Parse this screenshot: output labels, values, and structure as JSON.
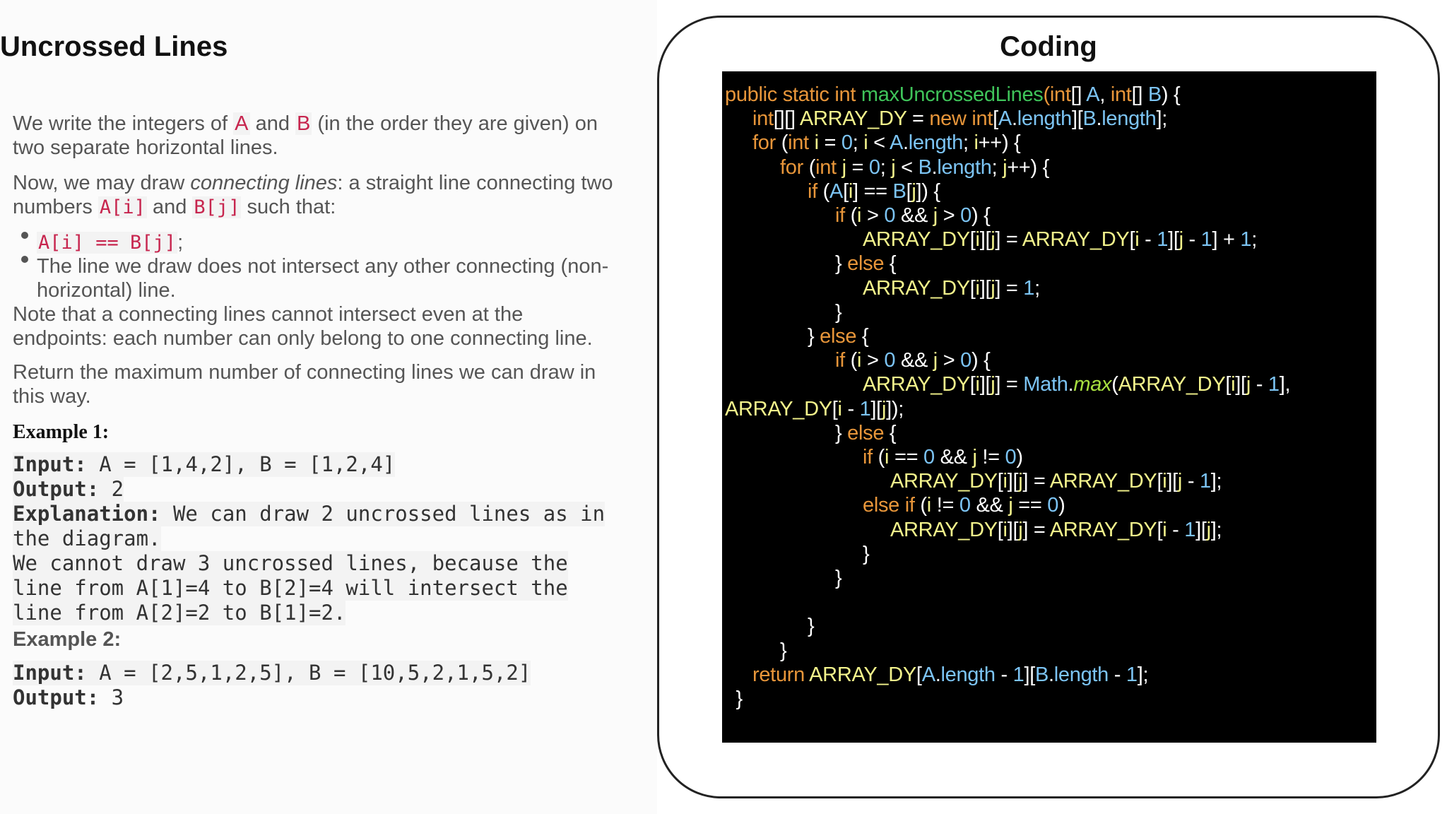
{
  "left": {
    "title": "Uncrossed Lines",
    "p1_a": "We write the integers of ",
    "p1_A": "A",
    "p1_b": " and ",
    "p1_B": "B",
    "p1_c": " (in the order they are given) on",
    "p1_line2": "two separate horizontal lines.",
    "p2_a": "Now, we may draw ",
    "p2_em": "connecting lines",
    "p2_b": ": a straight line connecting two",
    "p2_line2a": "numbers ",
    "p2_Ai": "A[i]",
    "p2_and": " and ",
    "p2_Bj": "B[j]",
    "p2_such": " such that:",
    "bullet1": "A[i] == B[j]",
    "bullet1_semi": ";",
    "bullet2_line1": "The line we draw does not intersect any other connecting (non-",
    "bullet2_line2": "horizontal) line.",
    "note_line1": "Note that a connecting lines cannot intersect even at the",
    "note_line2": "endpoints: each number can only belong to one connecting line.",
    "ret_line1": "Return the maximum number of connecting lines we can draw in",
    "ret_line2": "this way.",
    "ex1_head": "Example 1:",
    "ex1_input_label": "Input:",
    "ex1_input": " A = [1,4,2], B = [1,2,4]",
    "ex1_output_label": "Output:",
    "ex1_output": " 2",
    "ex1_expl_label": "Explanation:",
    "ex1_expl1": " We can draw 2 uncrossed lines as in",
    "ex1_expl2": "the diagram.",
    "ex1_expl3": "We cannot draw 3 uncrossed lines, because the",
    "ex1_expl4": "line from A[1]=4 to B[2]=4 will intersect the",
    "ex1_expl5": "line from A[2]=2 to B[1]=2.",
    "ex2_head": "Example 2:",
    "ex2_input_label": "Input:",
    "ex2_input": " A = [2,5,1,2,5], B = [10,5,2,1,5,2]",
    "ex2_output_label": "Output:",
    "ex2_output": " 3"
  },
  "right": {
    "title": "Coding"
  },
  "code_lines": [
    {
      "indent": 0,
      "parts": [
        [
          "k",
          "public static int "
        ],
        [
          "fn",
          "maxUncrossedLines"
        ],
        [
          "k",
          "("
        ],
        [
          "k",
          "int"
        ],
        [
          "w",
          "[] "
        ],
        [
          "b",
          "A"
        ],
        [
          "w",
          ", "
        ],
        [
          "k",
          "int"
        ],
        [
          "w",
          "[] "
        ],
        [
          "b",
          "B"
        ],
        [
          "w",
          ") {"
        ]
      ]
    },
    {
      "indent": 1,
      "parts": [
        [
          "k",
          "int"
        ],
        [
          "w",
          "[][] "
        ],
        [
          "t",
          "ARRAY_DY"
        ],
        [
          "w",
          " = "
        ],
        [
          "k",
          "new int"
        ],
        [
          "w",
          "["
        ],
        [
          "b",
          "A"
        ],
        [
          "w",
          "."
        ],
        [
          "b",
          "length"
        ],
        [
          "w",
          "]["
        ],
        [
          "b",
          "B"
        ],
        [
          "w",
          "."
        ],
        [
          "b",
          "length"
        ],
        [
          "w",
          "];"
        ]
      ]
    },
    {
      "indent": 1,
      "parts": [
        [
          "k",
          "for"
        ],
        [
          "w",
          " ("
        ],
        [
          "k",
          "int"
        ],
        [
          "w",
          " "
        ],
        [
          "t",
          "i"
        ],
        [
          "w",
          " = "
        ],
        [
          "n",
          "0"
        ],
        [
          "w",
          "; "
        ],
        [
          "t",
          "i"
        ],
        [
          "w",
          " < "
        ],
        [
          "b",
          "A"
        ],
        [
          "w",
          "."
        ],
        [
          "b",
          "length"
        ],
        [
          "w",
          "; "
        ],
        [
          "t",
          "i"
        ],
        [
          "w",
          "++) {"
        ]
      ]
    },
    {
      "indent": 2,
      "parts": [
        [
          "k",
          "for"
        ],
        [
          "w",
          " ("
        ],
        [
          "k",
          "int"
        ],
        [
          "w",
          " "
        ],
        [
          "t",
          "j"
        ],
        [
          "w",
          " = "
        ],
        [
          "n",
          "0"
        ],
        [
          "w",
          "; "
        ],
        [
          "t",
          "j"
        ],
        [
          "w",
          " < "
        ],
        [
          "b",
          "B"
        ],
        [
          "w",
          "."
        ],
        [
          "b",
          "length"
        ],
        [
          "w",
          "; "
        ],
        [
          "t",
          "j"
        ],
        [
          "w",
          "++) {"
        ]
      ]
    },
    {
      "indent": 3,
      "parts": [
        [
          "k",
          "if"
        ],
        [
          "w",
          " ("
        ],
        [
          "b",
          "A"
        ],
        [
          "w",
          "["
        ],
        [
          "t",
          "i"
        ],
        [
          "w",
          "] == "
        ],
        [
          "b",
          "B"
        ],
        [
          "w",
          "["
        ],
        [
          "t",
          "j"
        ],
        [
          "w",
          "]) {"
        ]
      ]
    },
    {
      "indent": 4,
      "parts": [
        [
          "k",
          "if"
        ],
        [
          "w",
          " ("
        ],
        [
          "t",
          "i"
        ],
        [
          "w",
          " > "
        ],
        [
          "n",
          "0"
        ],
        [
          "w",
          " && "
        ],
        [
          "t",
          "j"
        ],
        [
          "w",
          " > "
        ],
        [
          "n",
          "0"
        ],
        [
          "w",
          ") {"
        ]
      ]
    },
    {
      "indent": 5,
      "parts": [
        [
          "t",
          "ARRAY_DY"
        ],
        [
          "w",
          "["
        ],
        [
          "t",
          "i"
        ],
        [
          "w",
          "]["
        ],
        [
          "t",
          "j"
        ],
        [
          "w",
          "] = "
        ],
        [
          "t",
          "ARRAY_DY"
        ],
        [
          "w",
          "["
        ],
        [
          "t",
          "i"
        ],
        [
          "w",
          " - "
        ],
        [
          "n",
          "1"
        ],
        [
          "w",
          "]["
        ],
        [
          "t",
          "j"
        ],
        [
          "w",
          " - "
        ],
        [
          "n",
          "1"
        ],
        [
          "w",
          "] + "
        ],
        [
          "n",
          "1"
        ],
        [
          "w",
          ";"
        ]
      ]
    },
    {
      "indent": 4,
      "parts": [
        [
          "w",
          "} "
        ],
        [
          "k",
          "else"
        ],
        [
          "w",
          " {"
        ]
      ]
    },
    {
      "indent": 5,
      "parts": [
        [
          "t",
          "ARRAY_DY"
        ],
        [
          "w",
          "["
        ],
        [
          "t",
          "i"
        ],
        [
          "w",
          "]["
        ],
        [
          "t",
          "j"
        ],
        [
          "w",
          "] = "
        ],
        [
          "n",
          "1"
        ],
        [
          "w",
          ";"
        ]
      ]
    },
    {
      "indent": 4,
      "parts": [
        [
          "w",
          "}"
        ]
      ]
    },
    {
      "indent": 3,
      "parts": [
        [
          "w",
          "} "
        ],
        [
          "k",
          "else"
        ],
        [
          "w",
          " {"
        ]
      ]
    },
    {
      "indent": 4,
      "parts": [
        [
          "k",
          "if"
        ],
        [
          "w",
          " ("
        ],
        [
          "t",
          "i"
        ],
        [
          "w",
          " > "
        ],
        [
          "n",
          "0"
        ],
        [
          "w",
          " && "
        ],
        [
          "t",
          "j"
        ],
        [
          "w",
          " > "
        ],
        [
          "n",
          "0"
        ],
        [
          "w",
          ") {"
        ]
      ]
    },
    {
      "indent": 5,
      "parts": [
        [
          "t",
          "ARRAY_DY"
        ],
        [
          "w",
          "["
        ],
        [
          "t",
          "i"
        ],
        [
          "w",
          "]["
        ],
        [
          "t",
          "j"
        ],
        [
          "w",
          "] = "
        ],
        [
          "b",
          "Math"
        ],
        [
          "w",
          "."
        ],
        [
          "mx",
          "max"
        ],
        [
          "w",
          "("
        ],
        [
          "t",
          "ARRAY_DY"
        ],
        [
          "w",
          "["
        ],
        [
          "t",
          "i"
        ],
        [
          "w",
          "]["
        ],
        [
          "t",
          "j"
        ],
        [
          "w",
          " - "
        ],
        [
          "n",
          "1"
        ],
        [
          "w",
          "],"
        ]
      ]
    },
    {
      "indent": 0,
      "parts": [
        [
          "t",
          "ARRAY_DY"
        ],
        [
          "w",
          "["
        ],
        [
          "t",
          "i"
        ],
        [
          "w",
          " - "
        ],
        [
          "n",
          "1"
        ],
        [
          "w",
          "]["
        ],
        [
          "t",
          "j"
        ],
        [
          "w",
          "]);"
        ]
      ]
    },
    {
      "indent": 4,
      "parts": [
        [
          "w",
          "} "
        ],
        [
          "k",
          "else"
        ],
        [
          "w",
          " {"
        ]
      ]
    },
    {
      "indent": 5,
      "parts": [
        [
          "k",
          "if"
        ],
        [
          "w",
          " ("
        ],
        [
          "t",
          "i"
        ],
        [
          "w",
          " == "
        ],
        [
          "n",
          "0"
        ],
        [
          "w",
          " && "
        ],
        [
          "t",
          "j"
        ],
        [
          "w",
          " != "
        ],
        [
          "n",
          "0"
        ],
        [
          "w",
          ")"
        ]
      ]
    },
    {
      "indent": 6,
      "parts": [
        [
          "t",
          "ARRAY_DY"
        ],
        [
          "w",
          "["
        ],
        [
          "t",
          "i"
        ],
        [
          "w",
          "]["
        ],
        [
          "t",
          "j"
        ],
        [
          "w",
          "] = "
        ],
        [
          "t",
          "ARRAY_DY"
        ],
        [
          "w",
          "["
        ],
        [
          "t",
          "i"
        ],
        [
          "w",
          "]["
        ],
        [
          "t",
          "j"
        ],
        [
          "w",
          " - "
        ],
        [
          "n",
          "1"
        ],
        [
          "w",
          "];"
        ]
      ]
    },
    {
      "indent": 5,
      "parts": [
        [
          "k",
          "else if"
        ],
        [
          "w",
          " ("
        ],
        [
          "t",
          "i"
        ],
        [
          "w",
          " != "
        ],
        [
          "n",
          "0"
        ],
        [
          "w",
          " && "
        ],
        [
          "t",
          "j"
        ],
        [
          "w",
          " == "
        ],
        [
          "n",
          "0"
        ],
        [
          "w",
          ")"
        ]
      ]
    },
    {
      "indent": 6,
      "parts": [
        [
          "t",
          "ARRAY_DY"
        ],
        [
          "w",
          "["
        ],
        [
          "t",
          "i"
        ],
        [
          "w",
          "]["
        ],
        [
          "t",
          "j"
        ],
        [
          "w",
          "] = "
        ],
        [
          "t",
          "ARRAY_DY"
        ],
        [
          "w",
          "["
        ],
        [
          "t",
          "i"
        ],
        [
          "w",
          " - "
        ],
        [
          "n",
          "1"
        ],
        [
          "w",
          "]["
        ],
        [
          "t",
          "j"
        ],
        [
          "w",
          "];"
        ]
      ]
    },
    {
      "indent": 5,
      "parts": [
        [
          "w",
          "}"
        ]
      ]
    },
    {
      "indent": 4,
      "parts": [
        [
          "w",
          "}"
        ]
      ]
    },
    {
      "indent": 0,
      "parts": []
    },
    {
      "indent": 3,
      "parts": [
        [
          "w",
          "}"
        ]
      ]
    },
    {
      "indent": 2,
      "parts": [
        [
          "w",
          "}"
        ]
      ]
    },
    {
      "indent": 1,
      "parts": [
        [
          "k",
          "return"
        ],
        [
          "w",
          " "
        ],
        [
          "t",
          "ARRAY_DY"
        ],
        [
          "w",
          "["
        ],
        [
          "b",
          "A"
        ],
        [
          "w",
          "."
        ],
        [
          "b",
          "length"
        ],
        [
          "w",
          " - "
        ],
        [
          "n",
          "1"
        ],
        [
          "w",
          "]["
        ],
        [
          "b",
          "B"
        ],
        [
          "w",
          "."
        ],
        [
          "b",
          "length"
        ],
        [
          "w",
          " - "
        ],
        [
          "n",
          "1"
        ],
        [
          "w",
          "];"
        ]
      ]
    },
    {
      "indent": 0,
      "parts": [
        [
          "w",
          "  }"
        ]
      ]
    }
  ]
}
